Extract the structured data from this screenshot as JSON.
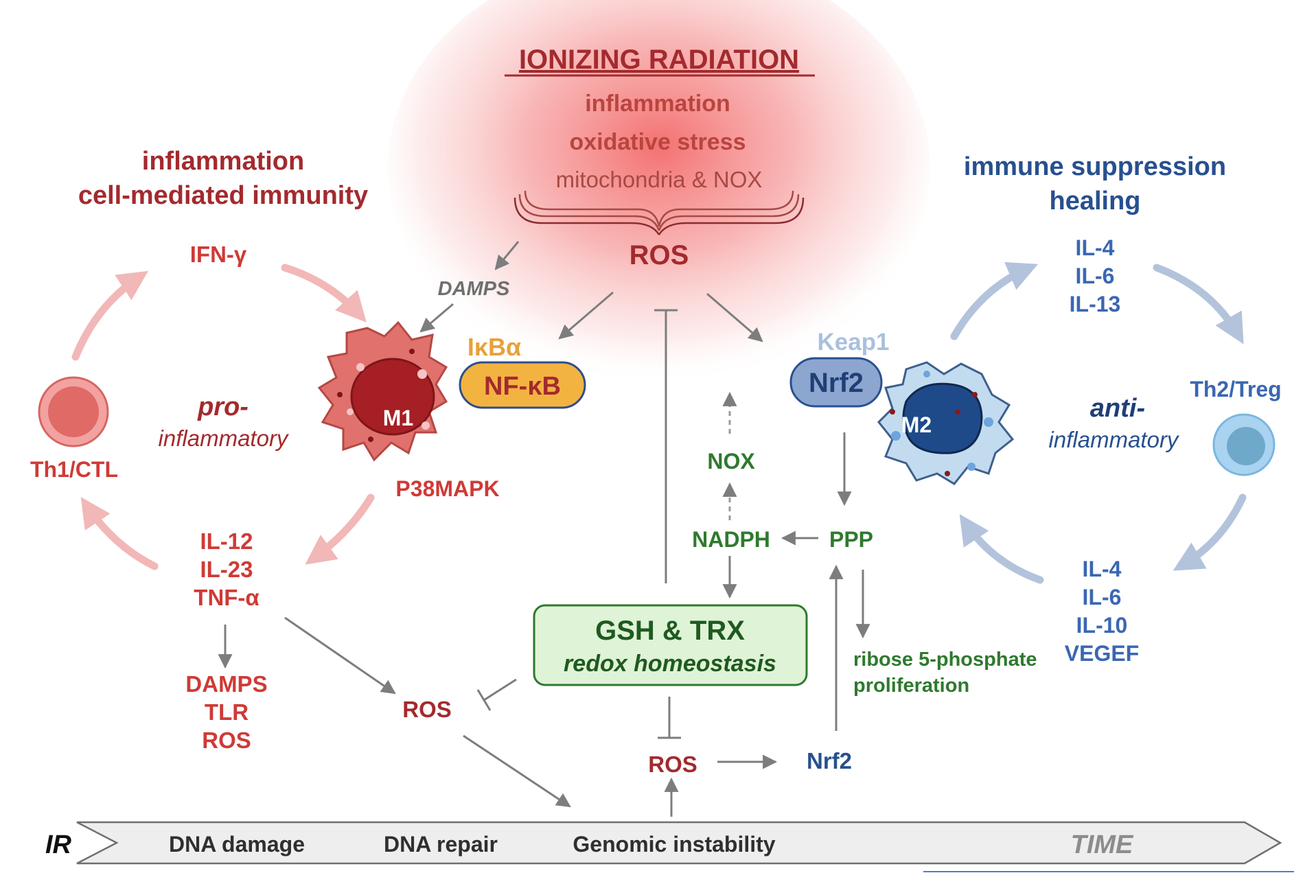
{
  "colors": {
    "pro_red": "#a32a2e",
    "bright_red": "#cf3a36",
    "anti_blue": "#27508f",
    "light_blue": "#a9c0de",
    "green": "#2e7a2e",
    "orange": "#e8a13a",
    "gray_arrow": "#7d7d7d"
  },
  "header": {
    "title": "IONIZING RADIATION",
    "line1": "inflammation",
    "line2": "oxidative stress",
    "line3": "mitochondria & NOX",
    "ros": "ROS"
  },
  "left": {
    "heading1": "inflammation",
    "heading2": "cell-mediated immunity",
    "ifn": "IFN-γ",
    "damps_top": "DAMPS",
    "ikba": "IκBα",
    "nfkb": "NF-κB",
    "m1": "M1",
    "pro": "pro-",
    "pro_sub": "inflammatory",
    "th1": "Th1/CTL",
    "p38": "P38MAPK",
    "cytokines": [
      "IL-12",
      "IL-23",
      "TNF-α"
    ],
    "damps_list": [
      "DAMPS",
      "TLR",
      "ROS"
    ],
    "ros_mid": "ROS"
  },
  "center": {
    "nox": "NOX",
    "nadph": "NADPH",
    "ppp": "PPP",
    "gsh_title": "GSH & TRX",
    "gsh_sub": "redox homeostasis",
    "ros_bottom": "ROS",
    "nrf2_bottom": "Nrf2",
    "ribose1": "ribose 5-phosphate",
    "ribose2": "proliferation"
  },
  "right": {
    "heading1": "immune suppression",
    "heading2": "healing",
    "il_top": [
      "IL-4",
      "IL-6",
      "IL-13"
    ],
    "keap1": "Keap1",
    "nrf2": "Nrf2",
    "m2": "M2",
    "th2": "Th2/Treg",
    "anti": "anti-",
    "anti_sub": "inflammatory",
    "il_bottom": [
      "IL-4",
      "IL-6",
      "IL-10",
      "VEGEF"
    ]
  },
  "timeline": {
    "ir": "IR",
    "dna_damage": "DNA damage",
    "dna_repair": "DNA repair",
    "genomic": "Genomic instability",
    "time": "TIME"
  }
}
